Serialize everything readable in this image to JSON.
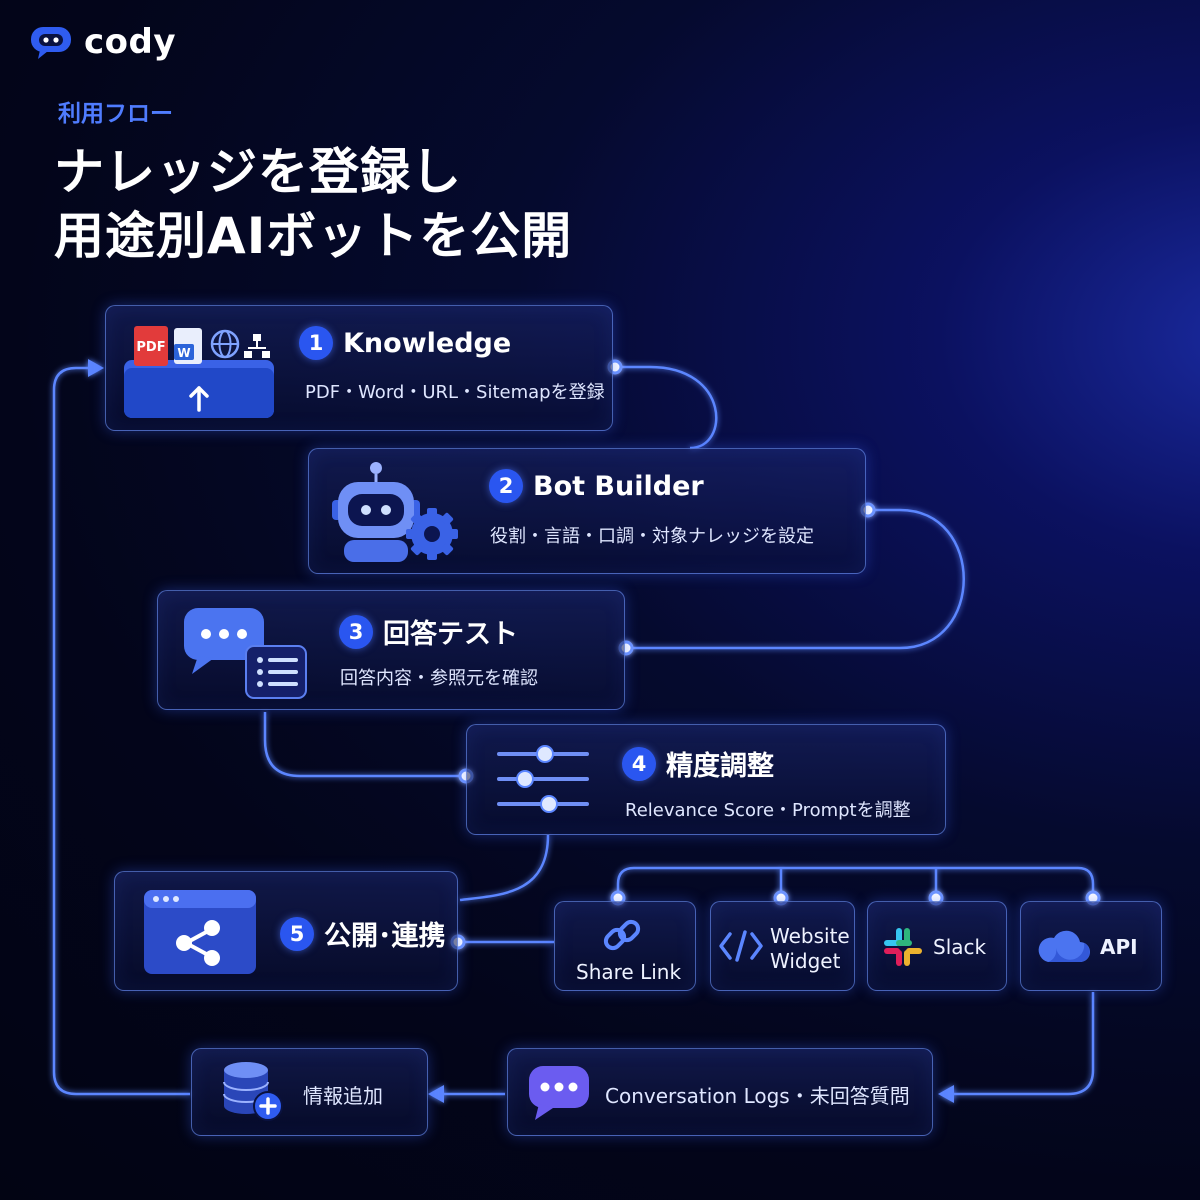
{
  "brand": {
    "name": "cody"
  },
  "header": {
    "eyebrow": "利用フロー",
    "title_line1": "ナレッジを登録し",
    "title_line2": "用途別AIボットを公開"
  },
  "steps": [
    {
      "number": "1",
      "title": "Knowledge",
      "desc": "PDF・Word・URL・Sitemapを登録"
    },
    {
      "number": "2",
      "title": "Bot Builder",
      "desc": "役割・言語・口調・対象ナレッジを設定"
    },
    {
      "number": "3",
      "title": "回答テスト",
      "desc": "回答内容・参照元を確認"
    },
    {
      "number": "4",
      "title": "精度調整",
      "desc": "Relevance Score・Promptを調整"
    },
    {
      "number": "5",
      "title": "公開･連携"
    }
  ],
  "knowledge_icons": {
    "pdf": "PDF",
    "word": "W"
  },
  "channels": [
    {
      "label": "Share Link",
      "icon": "link-icon"
    },
    {
      "label_line1": "Website",
      "label_line2": "Widget",
      "icon": "code-icon"
    },
    {
      "label": "Slack",
      "icon": "slack-icon"
    },
    {
      "label": "API",
      "icon": "cloud-icon"
    }
  ],
  "loop": {
    "logs": "Conversation Logs・未回答質問",
    "add_info": "情報追加"
  },
  "colors": {
    "accent": "#2a56f0",
    "line": "#5b86ff",
    "eyebrow": "#4f7cff",
    "pdf": "#e23b3b",
    "word": "#2b63d9"
  }
}
